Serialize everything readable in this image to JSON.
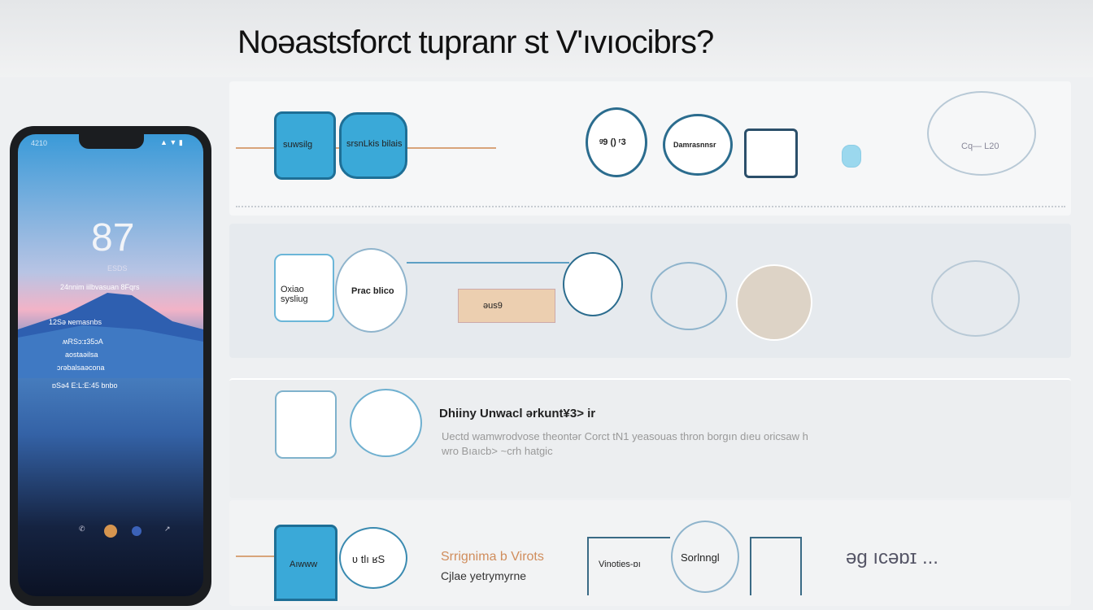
{
  "title": "Noəastsforct tupranr st V'ıvıocibrs?",
  "phone": {
    "status_time": "4210",
    "clock": "87",
    "clock_sub": "ESDS",
    "lines": [
      "24nnim iilbvasuan 8Fqrs",
      "12Sə ɴemasnbs",
      "ʍRSɔ:ɪ35ɔA",
      "aostaəilsa",
      "ɔɾəbalsaəcona",
      "ɒSə4 E:L:E:45 bnbo"
    ],
    "accent_colors": {
      "sky": "#3a9ad8",
      "pink": "#f2b3c7",
      "mountain": "#3462a6",
      "dock_orange": "#d6954f"
    }
  },
  "row1": {
    "box1_label": "suwsilg",
    "box2_label": "srsnLkis bilais",
    "circle1_label": "ᵍ9 () ʳ3",
    "circle2_label": "Damrasnnsr",
    "right_label": "Cq— L20"
  },
  "row2": {
    "box1_label": "Oxiao sysliug",
    "circle1_label": "Prac blico",
    "tan_label": "əus9"
  },
  "row3": {
    "heading": "Dhiiny Unwacl ərkunt¥3> ir",
    "body": "Uectd wamwrodvose theontər Corct tN1 yeasouas thron borgın dıeu oricsaw h wro  Bıaıcb>  ~crh hatgic"
  },
  "row4": {
    "box_label": "Aıwww",
    "circle_label": "ʋ tlı ʁS",
    "orange_title": "Srrignima b Virots",
    "subtitle": "Cjlae yetrymyrne",
    "box2_label": "Vinoties-ɒı",
    "circle2_label": "Sorlnngl",
    "tail_text": "əg ıcəɒɪ ..."
  }
}
